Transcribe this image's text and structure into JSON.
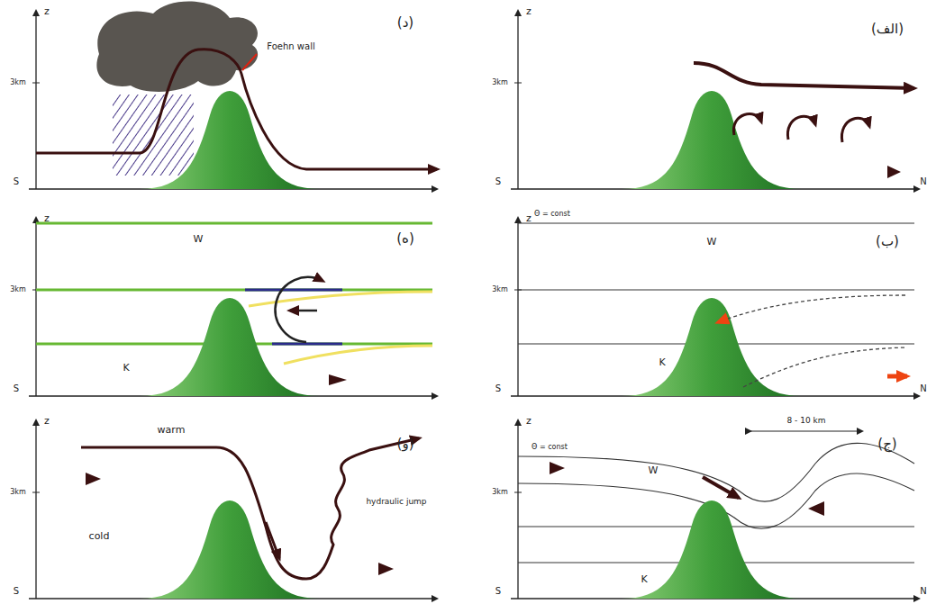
{
  "diagram": {
    "labels": [
      "(الف)",
      "z",
      "3km",
      "S",
      "N",
      "(ب)",
      "z",
      "3km",
      "S",
      "N",
      "W",
      "K",
      "Θ = const",
      "(ج)",
      "z",
      "3km",
      "S",
      "N",
      "W",
      "K",
      "Θ = const",
      "8 - 10 km",
      "(د)",
      "z",
      "3km",
      "S",
      "Foehn wall",
      "(ه)",
      "z",
      "3km",
      "S",
      "W",
      "K",
      "(و)",
      "z",
      "3km",
      "S",
      "warm",
      "cold",
      "hydraulic jump"
    ]
  }
}
